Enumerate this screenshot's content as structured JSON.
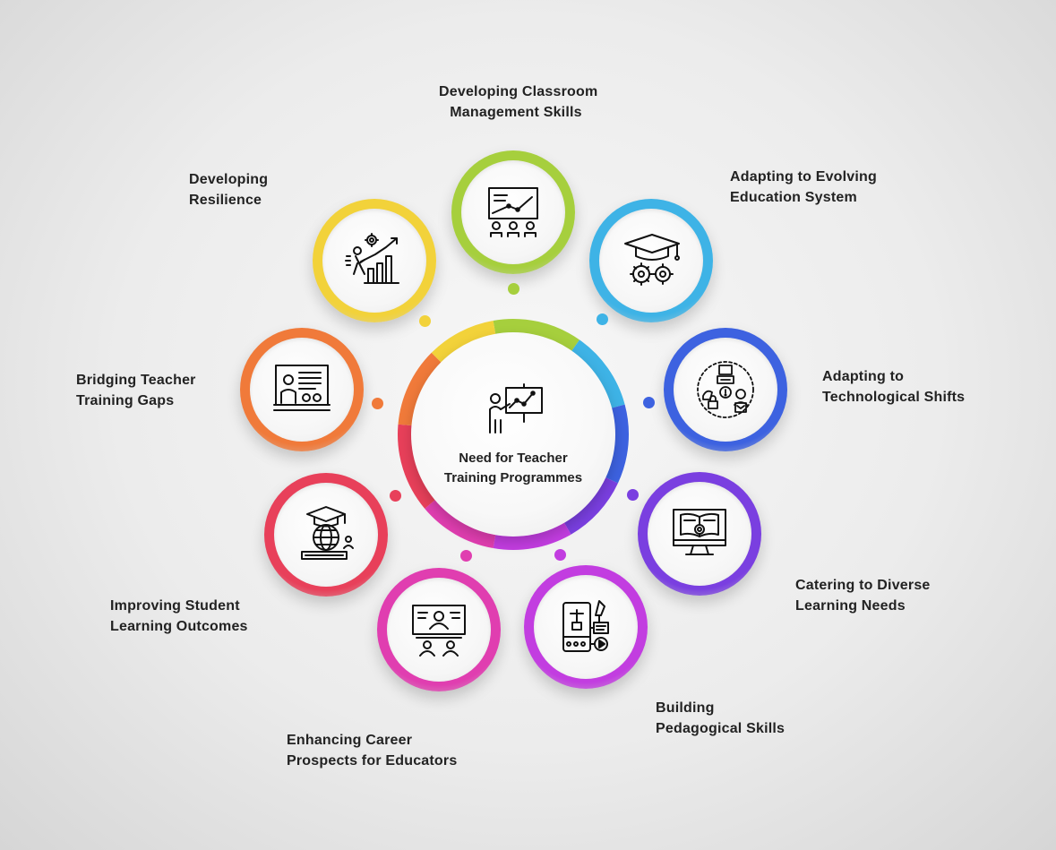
{
  "center": {
    "title_line1": "Need for Teacher",
    "title_line2": "Training Programmes",
    "icon": "presenter-chart-icon"
  },
  "items": [
    {
      "id": "classroom-management",
      "line1": "Developing Classroom",
      "line2": "Management Skills",
      "color": "#a6cf3d",
      "icon": "classroom-board-icon"
    },
    {
      "id": "evolving-education",
      "line1": "Adapting to Evolving",
      "line2": "Education System",
      "color": "#3eb3e6",
      "icon": "graduation-gears-icon"
    },
    {
      "id": "technological-shifts",
      "line1": "Adapting to",
      "line2": "Technological Shifts",
      "color": "#3d62e0",
      "icon": "technology-network-icon"
    },
    {
      "id": "diverse-learning",
      "line1": "Catering to Diverse",
      "line2": "Learning Needs",
      "color": "#7a3fe0",
      "icon": "computer-book-icon"
    },
    {
      "id": "pedagogical-skills",
      "line1": "Building",
      "line2": "Pedagogical Skills",
      "color": "#c23de0",
      "icon": "tablet-learning-icon"
    },
    {
      "id": "career-prospects",
      "line1": "Enhancing Career",
      "line2": "Prospects for Educators",
      "color": "#e03eb0",
      "icon": "online-class-icon"
    },
    {
      "id": "student-outcomes",
      "line1": "Improving Student",
      "line2": "Learning Outcomes",
      "color": "#e8405a",
      "icon": "globe-graduation-icon"
    },
    {
      "id": "training-gaps",
      "line1": "Bridging Teacher",
      "line2": "Training Gaps",
      "color": "#f07a3a",
      "icon": "teacher-board-icon"
    },
    {
      "id": "resilience",
      "line1": "Developing",
      "line2": "Resilience",
      "color": "#f2d23a",
      "icon": "growth-chart-icon"
    }
  ]
}
